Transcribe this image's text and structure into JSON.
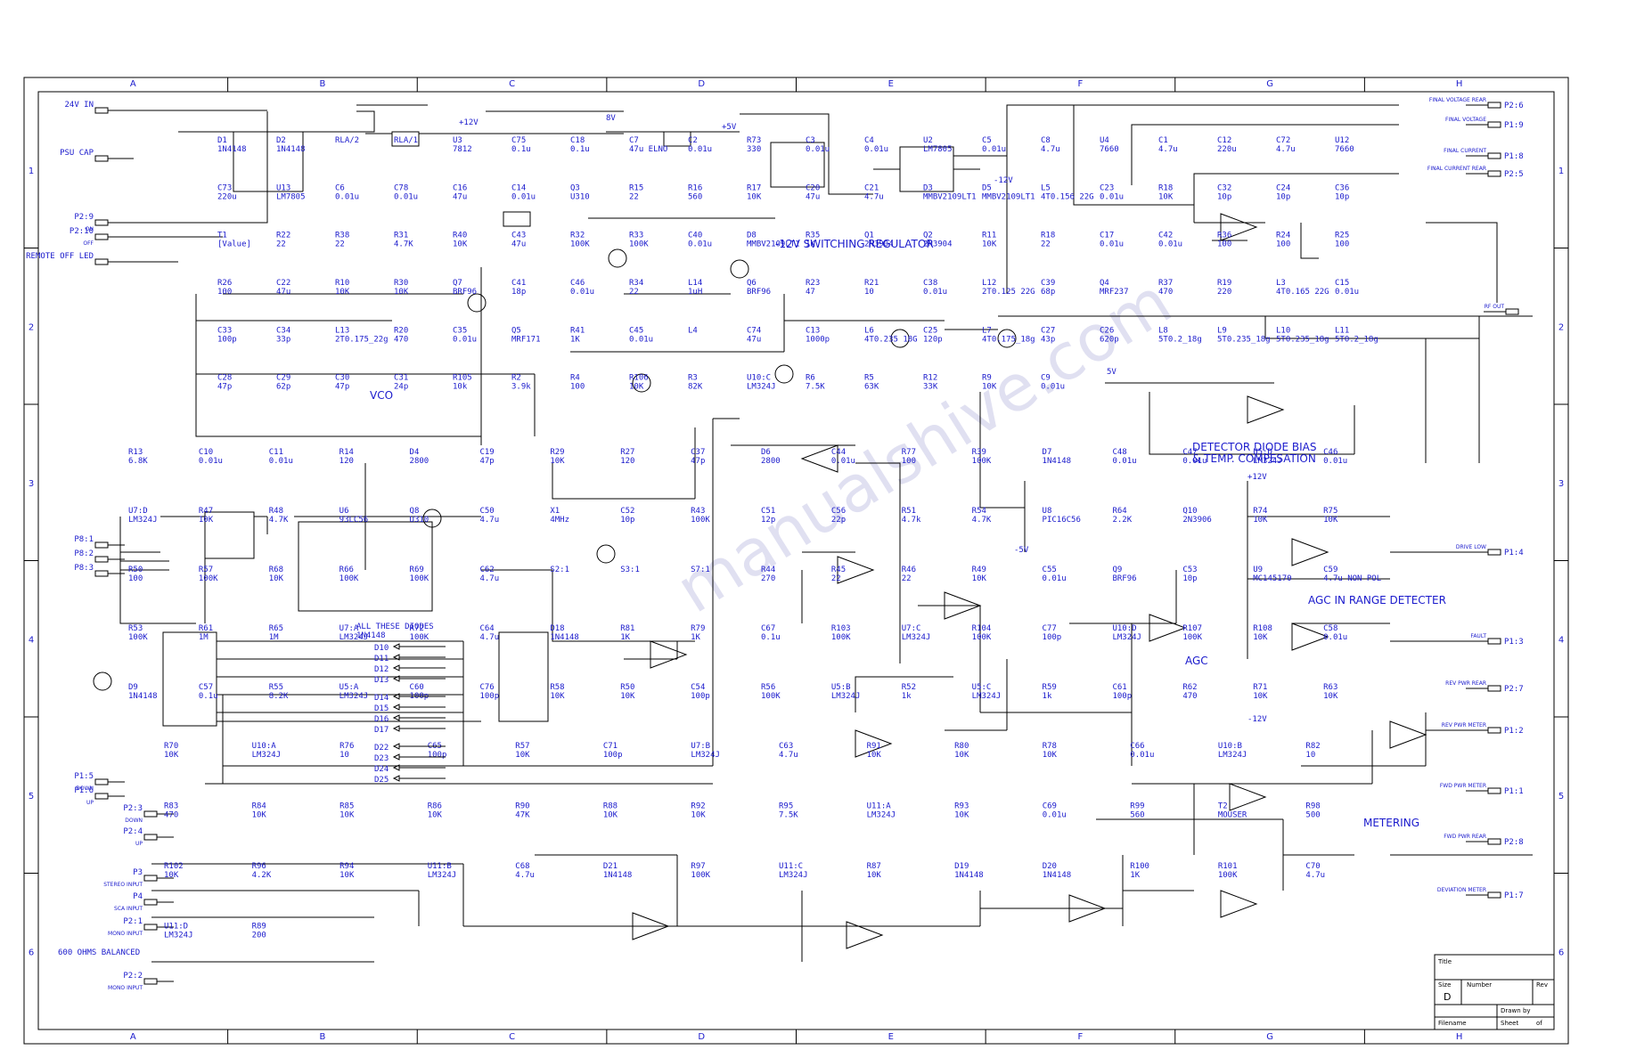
{
  "columns": [
    "A",
    "B",
    "C",
    "D",
    "E",
    "F",
    "G",
    "H"
  ],
  "rows": [
    "1",
    "2",
    "3",
    "4",
    "5",
    "6"
  ],
  "sections": {
    "switching_regulator": "-12V SWITCHING REGULATOR",
    "vco": "VCO",
    "detector_bias_1": "DETECTOR DIODE BIAS",
    "detector_bias_2": "& TEMP. COMPESATION",
    "agc_range": "AGC IN RANGE DETECTER",
    "agc": "AGC",
    "metering": "METERING",
    "diodes_note_1": "ALL THESE DIODES",
    "diodes_note_2": "1N4148"
  },
  "connectors": [
    {
      "label": "24V IN"
    },
    {
      "label": "PSU CAP"
    },
    {
      "label": "P2:9",
      "sub": "ON"
    },
    {
      "label": "P2:10",
      "sub": "OFF"
    },
    {
      "label": "REMOTE OFF LED"
    },
    {
      "label": "P8:1"
    },
    {
      "label": "P8:2"
    },
    {
      "label": "P8:3"
    },
    {
      "label": "P1:5",
      "sub": "DOWN"
    },
    {
      "label": "P1:6",
      "sub": "UP"
    },
    {
      "label": "P2:3",
      "sub": "DOWN"
    },
    {
      "label": "P2:4",
      "sub": "UP"
    },
    {
      "label": "P3",
      "sub": "STEREO INPUT"
    },
    {
      "label": "P4",
      "sub": "SCA INPUT"
    },
    {
      "label": "P2:1",
      "sub": "MONO INPUT"
    },
    {
      "label": "P2:2",
      "sub": "MONO INPUT"
    },
    {
      "label": "600 OHMS BALANCED"
    }
  ],
  "outputs": [
    {
      "net": "FINAL VOLTAGE REAR",
      "pin": "P2:6"
    },
    {
      "net": "FINAL VOLTAGE",
      "pin": "P1:9"
    },
    {
      "net": "FINAL CURRENT",
      "pin": "P1:8"
    },
    {
      "net": "FINAL CURRENT REAR",
      "pin": "P2:5"
    },
    {
      "net": "RF OUT",
      "pin": ""
    },
    {
      "net": "DRIVE LOW",
      "pin": "P1:4"
    },
    {
      "net": "FAULT",
      "pin": "P1:3"
    },
    {
      "net": "REV PWR REAR",
      "pin": "P2:7"
    },
    {
      "net": "REV PWR METER",
      "pin": "P1:2"
    },
    {
      "net": "FWD PWR METER",
      "pin": "P1:1"
    },
    {
      "net": "FWD PWR REAR",
      "pin": "P2:8"
    },
    {
      "net": "DEVIATION METER",
      "pin": "P1:7"
    }
  ],
  "components": [
    {
      "ref": "D1",
      "value": "1N4148"
    },
    {
      "ref": "D2",
      "value": "1N4148"
    },
    {
      "ref": "RLA/2",
      "value": ""
    },
    {
      "ref": "RLA/1",
      "value": ""
    },
    {
      "ref": "U3",
      "value": "7812"
    },
    {
      "ref": "C75",
      "value": "0.1u"
    },
    {
      "ref": "C18",
      "value": "0.1u"
    },
    {
      "ref": "C7",
      "value": "47u ELNO"
    },
    {
      "ref": "C2",
      "value": "0.01u"
    },
    {
      "ref": "R73",
      "value": "330"
    },
    {
      "ref": "C3",
      "value": "0.01u"
    },
    {
      "ref": "C4",
      "value": "0.01u"
    },
    {
      "ref": "U2",
      "value": "LM7805"
    },
    {
      "ref": "C5",
      "value": "0.01u"
    },
    {
      "ref": "C8",
      "value": "4.7u"
    },
    {
      "ref": "U4",
      "value": "7660"
    },
    {
      "ref": "C1",
      "value": "4.7u"
    },
    {
      "ref": "C12",
      "value": "220u"
    },
    {
      "ref": "C72",
      "value": "4.7u"
    },
    {
      "ref": "U12",
      "value": "7660"
    },
    {
      "ref": "C73",
      "value": "220u"
    },
    {
      "ref": "U13",
      "value": "LM7805"
    },
    {
      "ref": "C6",
      "value": "0.01u"
    },
    {
      "ref": "C78",
      "value": "0.01u"
    },
    {
      "ref": "C16",
      "value": "47u"
    },
    {
      "ref": "C14",
      "value": "0.01u"
    },
    {
      "ref": "Q3",
      "value": "U310"
    },
    {
      "ref": "R15",
      "value": "22"
    },
    {
      "ref": "R16",
      "value": "560"
    },
    {
      "ref": "R17",
      "value": "10K"
    },
    {
      "ref": "C20",
      "value": "47u"
    },
    {
      "ref": "C21",
      "value": "4.7u"
    },
    {
      "ref": "D3",
      "value": "MMBV2109LT1"
    },
    {
      "ref": "D5",
      "value": "MMBV2109LT1"
    },
    {
      "ref": "L5",
      "value": "4T0.156 22G"
    },
    {
      "ref": "C23",
      "value": "0.01u"
    },
    {
      "ref": "R18",
      "value": "10K"
    },
    {
      "ref": "C32",
      "value": "10p"
    },
    {
      "ref": "C24",
      "value": "10p"
    },
    {
      "ref": "C36",
      "value": "10p"
    },
    {
      "ref": "T1",
      "value": "[Value]"
    },
    {
      "ref": "R22",
      "value": "22"
    },
    {
      "ref": "R38",
      "value": "22"
    },
    {
      "ref": "R31",
      "value": "4.7K"
    },
    {
      "ref": "R40",
      "value": "10K"
    },
    {
      "ref": "C43",
      "value": "47u"
    },
    {
      "ref": "R32",
      "value": "100K"
    },
    {
      "ref": "R33",
      "value": "100K"
    },
    {
      "ref": "C40",
      "value": "0.01u"
    },
    {
      "ref": "D8",
      "value": "MMBV2109LT1"
    },
    {
      "ref": "R35",
      "value": "1K"
    },
    {
      "ref": "Q1",
      "value": "2N3904"
    },
    {
      "ref": "Q2",
      "value": "2N3904"
    },
    {
      "ref": "R11",
      "value": "10K"
    },
    {
      "ref": "R18",
      "value": "22"
    },
    {
      "ref": "C17",
      "value": "0.01u"
    },
    {
      "ref": "C42",
      "value": "0.01u"
    },
    {
      "ref": "R36",
      "value": "100"
    },
    {
      "ref": "R24",
      "value": "100"
    },
    {
      "ref": "R25",
      "value": "100"
    },
    {
      "ref": "R26",
      "value": "100"
    },
    {
      "ref": "C22",
      "value": "47u"
    },
    {
      "ref": "R10",
      "value": "10K"
    },
    {
      "ref": "R30",
      "value": "10K"
    },
    {
      "ref": "Q7",
      "value": "BRF96"
    },
    {
      "ref": "C41",
      "value": "18p"
    },
    {
      "ref": "C46",
      "value": "0.01u"
    },
    {
      "ref": "R34",
      "value": "22"
    },
    {
      "ref": "L14",
      "value": "1uH"
    },
    {
      "ref": "Q6",
      "value": "BRF96"
    },
    {
      "ref": "R23",
      "value": "47"
    },
    {
      "ref": "R21",
      "value": "10"
    },
    {
      "ref": "C38",
      "value": "0.01u"
    },
    {
      "ref": "L12",
      "value": "2T0.125 22G"
    },
    {
      "ref": "C39",
      "value": "68p"
    },
    {
      "ref": "Q4",
      "value": "MRF237"
    },
    {
      "ref": "R37",
      "value": "470"
    },
    {
      "ref": "R19",
      "value": "220"
    },
    {
      "ref": "L3",
      "value": "4T0.165 22G"
    },
    {
      "ref": "C15",
      "value": "0.01u"
    },
    {
      "ref": "C33",
      "value": "100p"
    },
    {
      "ref": "C34",
      "value": "33p"
    },
    {
      "ref": "L13",
      "value": "2T0.175_22g"
    },
    {
      "ref": "R20",
      "value": "470"
    },
    {
      "ref": "C35",
      "value": "0.01u"
    },
    {
      "ref": "Q5",
      "value": "MRF171"
    },
    {
      "ref": "R41",
      "value": "1K"
    },
    {
      "ref": "C45",
      "value": "0.01u"
    },
    {
      "ref": "L4",
      "value": ""
    },
    {
      "ref": "C74",
      "value": "47u"
    },
    {
      "ref": "C13",
      "value": "1000p"
    },
    {
      "ref": "L6",
      "value": "4T0.235 18G"
    },
    {
      "ref": "C25",
      "value": "120p"
    },
    {
      "ref": "L7",
      "value": "4T0.175_18g"
    },
    {
      "ref": "C27",
      "value": "43p"
    },
    {
      "ref": "C26",
      "value": "620p"
    },
    {
      "ref": "L8",
      "value": "5T0.2_18g"
    },
    {
      "ref": "L9",
      "value": "5T0.235_18g"
    },
    {
      "ref": "L10",
      "value": "5T0.235_18g"
    },
    {
      "ref": "L11",
      "value": "5T0.2_18g"
    },
    {
      "ref": "C28",
      "value": "47p"
    },
    {
      "ref": "C29",
      "value": "62p"
    },
    {
      "ref": "C30",
      "value": "47p"
    },
    {
      "ref": "C31",
      "value": "24p"
    },
    {
      "ref": "R105",
      "value": "10k"
    },
    {
      "ref": "R2",
      "value": "3.9k"
    },
    {
      "ref": "R4",
      "value": "100"
    },
    {
      "ref": "R106",
      "value": "10K"
    },
    {
      "ref": "R3",
      "value": "82K"
    },
    {
      "ref": "U10:C",
      "value": "LM324J"
    },
    {
      "ref": "R6",
      "value": "7.5K"
    },
    {
      "ref": "R5",
      "value": "63K"
    },
    {
      "ref": "R12",
      "value": "33K"
    },
    {
      "ref": "R9",
      "value": "10K"
    },
    {
      "ref": "C9",
      "value": "0.01u"
    },
    {
      "ref": "R13",
      "value": "6.8K"
    },
    {
      "ref": "C10",
      "value": "0.01u"
    },
    {
      "ref": "C11",
      "value": "0.01u"
    },
    {
      "ref": "R14",
      "value": "120"
    },
    {
      "ref": "D4",
      "value": "2800"
    },
    {
      "ref": "C19",
      "value": "47p"
    },
    {
      "ref": "R29",
      "value": "10K"
    },
    {
      "ref": "R27",
      "value": "120"
    },
    {
      "ref": "C37",
      "value": "47p"
    },
    {
      "ref": "D6",
      "value": "2800"
    },
    {
      "ref": "C44",
      "value": "0.01u"
    },
    {
      "ref": "R77",
      "value": "100"
    },
    {
      "ref": "R39",
      "value": "100K"
    },
    {
      "ref": "D7",
      "value": "1N4148"
    },
    {
      "ref": "C48",
      "value": "0.01u"
    },
    {
      "ref": "C47",
      "value": "0.01u"
    },
    {
      "ref": "U5:D",
      "value": "LM324J"
    },
    {
      "ref": "C46",
      "value": "0.01u"
    },
    {
      "ref": "U7:D",
      "value": "LM324J"
    },
    {
      "ref": "R47",
      "value": "10K"
    },
    {
      "ref": "R48",
      "value": "4.7K"
    },
    {
      "ref": "U6",
      "value": "93LC56"
    },
    {
      "ref": "Q8",
      "value": "U310"
    },
    {
      "ref": "C50",
      "value": "4.7u"
    },
    {
      "ref": "X1",
      "value": "4MHz"
    },
    {
      "ref": "C52",
      "value": "10p"
    },
    {
      "ref": "R43",
      "value": "100K"
    },
    {
      "ref": "C51",
      "value": "12p"
    },
    {
      "ref": "C56",
      "value": "22p"
    },
    {
      "ref": "R51",
      "value": "4.7k"
    },
    {
      "ref": "R54",
      "value": "4.7K"
    },
    {
      "ref": "U8",
      "value": "PIC16C56"
    },
    {
      "ref": "R64",
      "value": "2.2K"
    },
    {
      "ref": "Q10",
      "value": "2N3906"
    },
    {
      "ref": "R74",
      "value": "10K"
    },
    {
      "ref": "R75",
      "value": "10K"
    },
    {
      "ref": "R50",
      "value": "100"
    },
    {
      "ref": "R57",
      "value": "100K"
    },
    {
      "ref": "R68",
      "value": "10K"
    },
    {
      "ref": "R66",
      "value": "100K"
    },
    {
      "ref": "R69",
      "value": "100K"
    },
    {
      "ref": "C62",
      "value": "4.7u"
    },
    {
      "ref": "S2:1",
      "value": ""
    },
    {
      "ref": "S3:1",
      "value": ""
    },
    {
      "ref": "S7:1",
      "value": ""
    },
    {
      "ref": "R44",
      "value": "270"
    },
    {
      "ref": "R45",
      "value": "22"
    },
    {
      "ref": "R46",
      "value": "22"
    },
    {
      "ref": "R49",
      "value": "10K"
    },
    {
      "ref": "C55",
      "value": "0.01u"
    },
    {
      "ref": "Q9",
      "value": "BRF96"
    },
    {
      "ref": "C53",
      "value": "10p"
    },
    {
      "ref": "U9",
      "value": "MC145170"
    },
    {
      "ref": "C59",
      "value": "4.7u NON POL"
    },
    {
      "ref": "R53",
      "value": "100K"
    },
    {
      "ref": "R61",
      "value": "1M"
    },
    {
      "ref": "R65",
      "value": "1M"
    },
    {
      "ref": "U7:A",
      "value": "LM324J"
    },
    {
      "ref": "R72",
      "value": "100K"
    },
    {
      "ref": "C64",
      "value": "4.7u"
    },
    {
      "ref": "D18",
      "value": "1N4148"
    },
    {
      "ref": "R81",
      "value": "1K"
    },
    {
      "ref": "R79",
      "value": "1K"
    },
    {
      "ref": "C67",
      "value": "0.1u"
    },
    {
      "ref": "R103",
      "value": "100K"
    },
    {
      "ref": "U7:C",
      "value": "LM324J"
    },
    {
      "ref": "R104",
      "value": "100K"
    },
    {
      "ref": "C77",
      "value": "100p"
    },
    {
      "ref": "U10:D",
      "value": "LM324J"
    },
    {
      "ref": "R107",
      "value": "100K"
    },
    {
      "ref": "R108",
      "value": "10K"
    },
    {
      "ref": "C58",
      "value": "0.01u"
    },
    {
      "ref": "D9",
      "value": "1N4148"
    },
    {
      "ref": "C57",
      "value": "0.1u"
    },
    {
      "ref": "R55",
      "value": "8.2K"
    },
    {
      "ref": "U5:A",
      "value": "LM324J"
    },
    {
      "ref": "C60",
      "value": "100p"
    },
    {
      "ref": "C76",
      "value": "100p"
    },
    {
      "ref": "R58",
      "value": "10K"
    },
    {
      "ref": "R50",
      "value": "10K"
    },
    {
      "ref": "C54",
      "value": "100p"
    },
    {
      "ref": "R56",
      "value": "100K"
    },
    {
      "ref": "U5:B",
      "value": "LM324J"
    },
    {
      "ref": "R52",
      "value": "1k"
    },
    {
      "ref": "U5:C",
      "value": "LM324J"
    },
    {
      "ref": "R59",
      "value": "1k"
    },
    {
      "ref": "C61",
      "value": "100p"
    },
    {
      "ref": "R62",
      "value": "470"
    },
    {
      "ref": "R71",
      "value": "10K"
    },
    {
      "ref": "R63",
      "value": "10K"
    },
    {
      "ref": "R70",
      "value": "10K"
    },
    {
      "ref": "U10:A",
      "value": "LM324J"
    },
    {
      "ref": "R76",
      "value": "10"
    },
    {
      "ref": "C65",
      "value": "100p"
    },
    {
      "ref": "R57",
      "value": "10K"
    },
    {
      "ref": "C71",
      "value": "100p"
    },
    {
      "ref": "U7:B",
      "value": "LM324J"
    },
    {
      "ref": "C63",
      "value": "4.7u"
    },
    {
      "ref": "R91",
      "value": "10K"
    },
    {
      "ref": "R80",
      "value": "10K"
    },
    {
      "ref": "R78",
      "value": "10K"
    },
    {
      "ref": "C66",
      "value": "0.01u"
    },
    {
      "ref": "U10:B",
      "value": "LM324J"
    },
    {
      "ref": "R82",
      "value": "10"
    },
    {
      "ref": "R83",
      "value": "470"
    },
    {
      "ref": "R84",
      "value": "10K"
    },
    {
      "ref": "R85",
      "value": "10K"
    },
    {
      "ref": "R86",
      "value": "10K"
    },
    {
      "ref": "R90",
      "value": "47K"
    },
    {
      "ref": "R88",
      "value": "10K"
    },
    {
      "ref": "R92",
      "value": "10K"
    },
    {
      "ref": "R95",
      "value": "7.5K"
    },
    {
      "ref": "U11:A",
      "value": "LM324J"
    },
    {
      "ref": "R93",
      "value": "10K"
    },
    {
      "ref": "C69",
      "value": "0.01u"
    },
    {
      "ref": "R99",
      "value": "560"
    },
    {
      "ref": "T2",
      "value": "MOUSER"
    },
    {
      "ref": "R98",
      "value": "500"
    },
    {
      "ref": "R102",
      "value": "10K"
    },
    {
      "ref": "R96",
      "value": "4.2K"
    },
    {
      "ref": "R94",
      "value": "10K"
    },
    {
      "ref": "U11:B",
      "value": "LM324J"
    },
    {
      "ref": "C68",
      "value": "4.7u"
    },
    {
      "ref": "D21",
      "value": "1N4148"
    },
    {
      "ref": "R97",
      "value": "100K"
    },
    {
      "ref": "U11:C",
      "value": "LM324J"
    },
    {
      "ref": "R87",
      "value": "10K"
    },
    {
      "ref": "D19",
      "value": "1N4148"
    },
    {
      "ref": "D20",
      "value": "1N4148"
    },
    {
      "ref": "R100",
      "value": "1K"
    },
    {
      "ref": "R101",
      "value": "100K"
    },
    {
      "ref": "C70",
      "value": "4.7u"
    },
    {
      "ref": "U11:D",
      "value": "LM324J"
    },
    {
      "ref": "R89",
      "value": "200"
    }
  ],
  "switch_diodes": [
    "D10",
    "D11",
    "D12",
    "D13",
    "D14",
    "D15",
    "D16",
    "D17",
    "D22",
    "D23",
    "D24",
    "D25"
  ],
  "rails": {
    "p24": "+12V",
    "p5": "+5V",
    "m12": "-12V",
    "m5": "-5V",
    "p8": "8V",
    "v5": "5V",
    "n12": "-12V"
  },
  "title_block": {
    "title": "Title",
    "size": "Size",
    "size_value": "D",
    "number": "Number",
    "rev": "Rev",
    "drawn_by": "Drawn by",
    "filename": "Filename",
    "sheet": "Sheet",
    "of": "of"
  },
  "watermark": "manualshive.com"
}
